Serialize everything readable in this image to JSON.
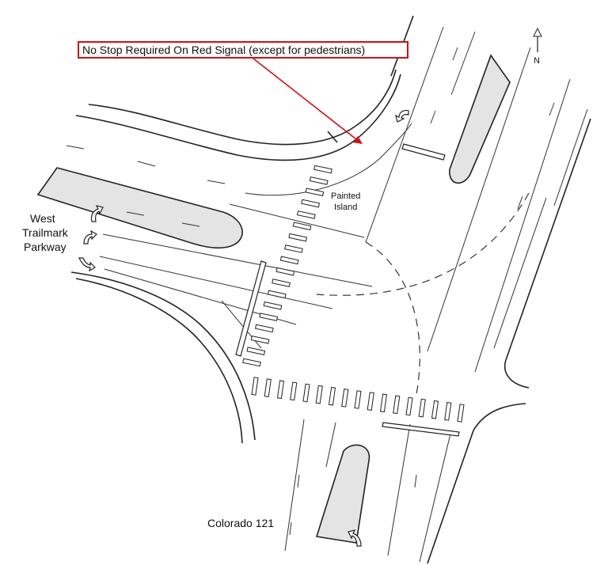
{
  "callout": {
    "text": "No Stop Required On Red Signal (except for pedestrians)",
    "border_color": "#d01010"
  },
  "labels": {
    "painted_island": [
      "Painted",
      "Island"
    ],
    "west_road": [
      "West",
      "Trailmark",
      "Parkway"
    ],
    "south_road": "Colorado 121"
  },
  "north_arrow": {
    "letter": "N",
    "icon": "north-arrow-icon"
  },
  "colors": {
    "island_fill": "#e4e4e4",
    "line": "#222222",
    "arrow": "#d01010"
  }
}
